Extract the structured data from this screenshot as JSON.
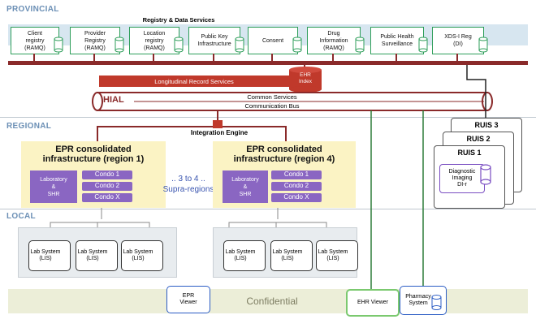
{
  "tiers": {
    "provincial": "PROVINCIAL",
    "regional": "REGIONAL",
    "local": "LOCAL"
  },
  "registry_header": "Registry & Data Services",
  "registries": [
    {
      "label": "Client registry (RAMQ)",
      "l1": "Client",
      "l2": "registry",
      "l3": "(RAMQ)"
    },
    {
      "label": "Provider Registry (RAMQ)",
      "l1": "Provider",
      "l2": "Registry",
      "l3": "(RAMQ)"
    },
    {
      "label": "Location registry (RAMQ)",
      "l1": "Location",
      "l2": "registry",
      "l3": "(RAMQ)"
    },
    {
      "label": "Public Key Infrastructure",
      "l1": "Public Key",
      "l2": "Infrastructure",
      "l3": ""
    },
    {
      "label": "Consent",
      "l1": "Consent",
      "l2": "",
      "l3": ""
    },
    {
      "label": "Drug Information (RAMQ)",
      "l1": "Drug",
      "l2": "Information",
      "l3": "(RAMQ)"
    },
    {
      "label": "Public Health Surveillance",
      "l1": "Public Health",
      "l2": "Surveillance",
      "l3": ""
    },
    {
      "label": "XDS-I Reg (DI)",
      "l1": "XDS-I Reg",
      "l2": "(DI)",
      "l3": ""
    }
  ],
  "longitudinal": "Longitudinal Record Services",
  "ehr_index": {
    "l1": "EHR",
    "l2": "Index"
  },
  "hial": "HIAL",
  "common_services": "Common Services",
  "communication_bus": "Communication Bus",
  "integration_engine": "Integration Engine",
  "epr1": {
    "l1": "EPR consolidated",
    "l2": "infrastructure (region 1)"
  },
  "epr4": {
    "l1": "EPR consolidated",
    "l2": "infrastructure (region 4)"
  },
  "lab_shr": {
    "l1": "Laboratory",
    "l2": "&",
    "l3": "SHR"
  },
  "condos": [
    "Condo 1",
    "Condo 2",
    "Condo X"
  ],
  "supra": {
    "l1": ".. 3 to 4 ..",
    "l2": "Supra-regions"
  },
  "ruis": [
    "RUIS 3",
    "RUIS 2",
    "RUIS 1"
  ],
  "di": {
    "l1": "Diagnostic",
    "l2": "Imaging",
    "l3": "DI-r"
  },
  "lis": {
    "l1": "Lab System",
    "l2": "(LIS)"
  },
  "confidential": "Confidential",
  "epr_viewer": {
    "l1": "EPR",
    "l2": "Viewer"
  },
  "ehr_viewer": "EHR Viewer",
  "pharmacy": {
    "l1": "Pharmacy",
    "l2": "System"
  },
  "colors": {
    "bus": "#8a2a2a",
    "purple": "#8a66c2",
    "green": "#2e9e5a",
    "blue": "#2b5cc4",
    "yellow": "#fbf3c4"
  }
}
